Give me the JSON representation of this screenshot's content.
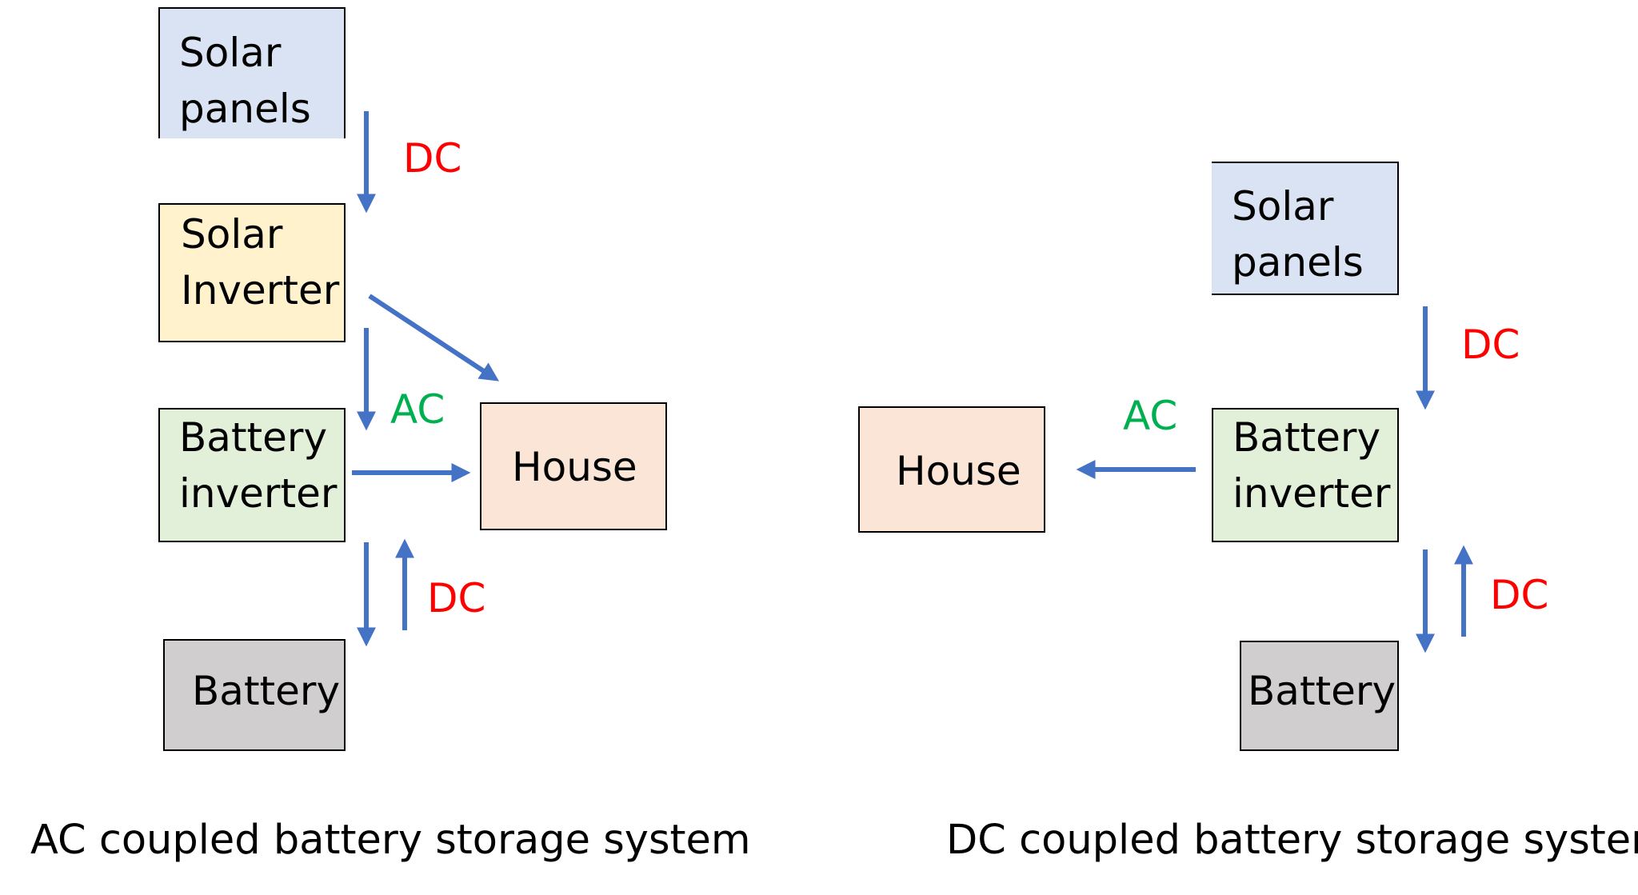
{
  "colors": {
    "arrow": "#4472C4",
    "dc_label": "#FF0000",
    "ac_label": "#00B050",
    "solar_panels_fill": "#DAE3F3",
    "solar_inverter_fill": "#FFF2CC",
    "battery_inverter_fill": "#E2F0D9",
    "house_fill": "#FBE5D6",
    "battery_fill": "#D0CECE"
  },
  "ac_system": {
    "caption": "AC coupled battery storage system",
    "solar_panels": "Solar\npanels",
    "solar_inverter": "Solar\nInverter",
    "battery_inverter": "Battery\ninverter",
    "house": "House",
    "battery": "Battery",
    "label_panels_to_inverter": "DC",
    "label_inverter_to_battery_inverter": "AC",
    "label_battery_link": "DC"
  },
  "dc_system": {
    "caption": "DC coupled battery storage system",
    "solar_panels": "Solar\npanels",
    "battery_inverter": "Battery\ninverter",
    "house": "House",
    "battery": "Battery",
    "label_panels_to_inverter": "DC",
    "label_inverter_to_house": "AC",
    "label_battery_link": "DC"
  }
}
